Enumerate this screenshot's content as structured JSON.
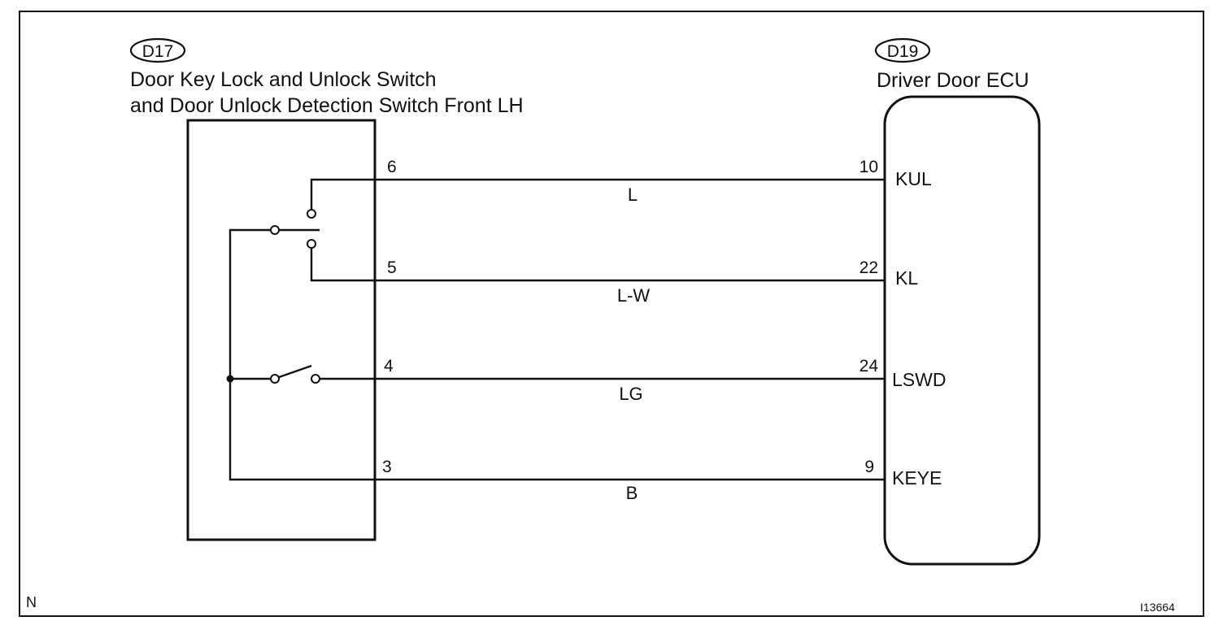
{
  "colors": {
    "line": "#111111",
    "background": "#ffffff"
  },
  "switch_component": {
    "connector_id": "D17",
    "name_line1": "Door Key Lock and Unlock Switch",
    "name_line2": "and Door Unlock Detection Switch Front LH"
  },
  "ecu_component": {
    "connector_id": "D19",
    "name": "Driver Door ECU"
  },
  "wires": [
    {
      "switch_pin": "6",
      "color": "L",
      "ecu_pin": "10",
      "ecu_terminal": "KUL"
    },
    {
      "switch_pin": "5",
      "color": "L-W",
      "ecu_pin": "22",
      "ecu_terminal": "KL"
    },
    {
      "switch_pin": "4",
      "color": "LG",
      "ecu_pin": "24",
      "ecu_terminal": "LSWD"
    },
    {
      "switch_pin": "3",
      "color": "B",
      "ecu_pin": "9",
      "ecu_terminal": "KEYE"
    }
  ],
  "corner_marks": {
    "left": "N",
    "right": "I13664"
  }
}
